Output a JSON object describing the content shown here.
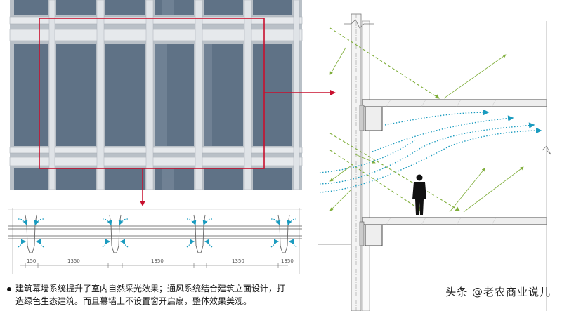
{
  "caption": {
    "line1": "建筑幕墙系统提升了室内自然采光效果；通风系统结合建筑立面设计，打",
    "line2": "造绿色生态建筑。而且幕墙上不设置窗开启扇，整体效果美观。"
  },
  "watermark": "头条 @老农商业说儿",
  "plan_dimensions": [
    "150",
    "1350",
    "1350",
    "1350",
    "1350"
  ],
  "colors": {
    "glass": "#5f7286",
    "frame": "#d9dde2",
    "highlight": "#c8102e",
    "sun_ray": "#7fae3a",
    "air_flow": "#1a9bbf",
    "wall": "#cccccc"
  }
}
